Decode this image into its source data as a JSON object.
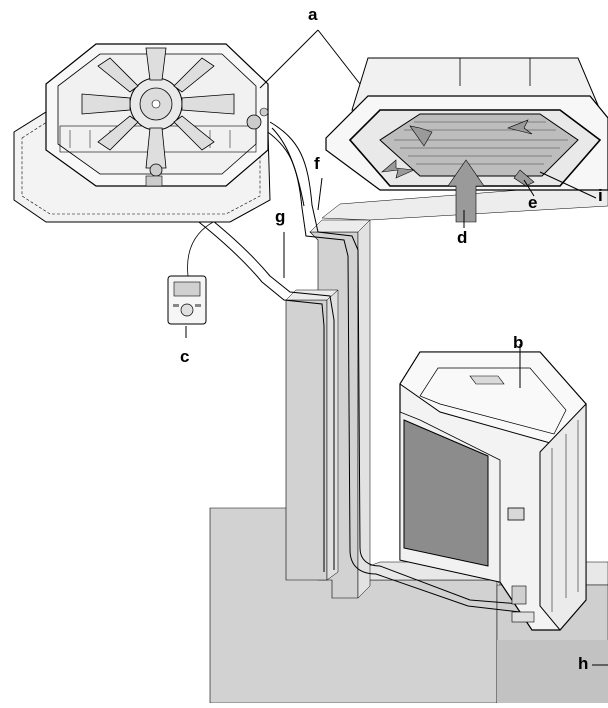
{
  "diagram": {
    "labels": {
      "a": "a",
      "b": "b",
      "c": "c",
      "d": "d",
      "e": "e",
      "f": "f",
      "g": "g",
      "h": "h",
      "i": "i"
    },
    "colors": {
      "line": "#000000",
      "wall_fill": "#d2d2d2",
      "wall_edge": "#ededed",
      "unit_fill": "#f3f3f3",
      "panel_fill": "#8c8c8c",
      "arrow_fill": "#9a9a9a",
      "grille_fill": "#bdbdbd"
    }
  }
}
